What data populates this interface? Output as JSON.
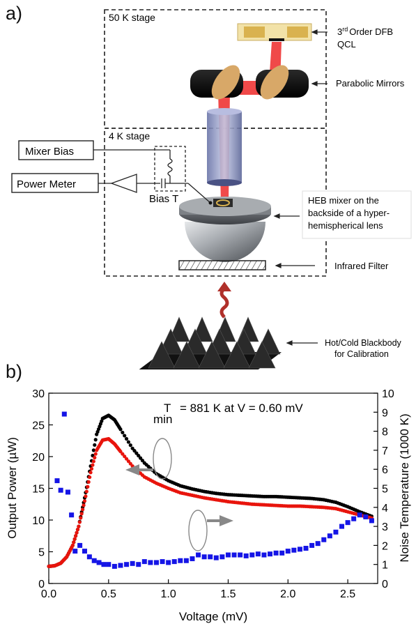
{
  "panel_a": {
    "label": "a)",
    "stage_50k": "50 K stage",
    "stage_4k": "4 K stage",
    "mixer_bias": "Mixer Bias",
    "power_meter": "Power Meter",
    "bias_t": "Bias T",
    "qcl_line1": "Order DFB",
    "qcl_ordinal": "3",
    "qcl_ordinal_sup": "rd",
    "qcl_line2": "QCL",
    "parabolic_mirrors": "Parabolic Mirrors",
    "heb_line1": "HEB mixer on the",
    "heb_line2": "backside of a hyper-",
    "heb_line3": "hemispherical lens",
    "infrared_filter": "Infrared Filter",
    "blackbody_line1": "Hot/Cold Blackbody",
    "blackbody_line2": "for Calibration",
    "colors": {
      "beam": "#ee2a2a",
      "lens": "#9aa0a6",
      "mirror_rim": "#d8a868",
      "filter": "#222222"
    }
  },
  "panel_b": {
    "label": "b)",
    "chart_data": {
      "type": "scatter",
      "xlabel": "Voltage (mV)",
      "ylabel": "Output Power (µW)",
      "y2label": "Noise Temperature (1000 K)",
      "xlim": [
        0.0,
        2.75
      ],
      "ylim": [
        0,
        30
      ],
      "y2lim": [
        0,
        10
      ],
      "x_ticks": [
        "0.0",
        "0.5",
        "1.0",
        "1.5",
        "2.0",
        "2.5"
      ],
      "y_ticks": [
        "0",
        "5",
        "10",
        "15",
        "20",
        "25",
        "30"
      ],
      "y2_ticks": [
        "0",
        "1",
        "2",
        "3",
        "4",
        "5",
        "6",
        "7",
        "8",
        "9",
        "10"
      ],
      "annotation_T": "T",
      "annotation_sub": "min",
      "annotation_rest": "= 881 K at V = 0.60 mV",
      "grid": false,
      "series": [
        {
          "axis": "left",
          "color": "#000000",
          "marker": "circle",
          "x": [
            0.0,
            0.05,
            0.1,
            0.15,
            0.2,
            0.25,
            0.3,
            0.35,
            0.4,
            0.45,
            0.5,
            0.55,
            0.6,
            0.7,
            0.8,
            0.9,
            1.0,
            1.1,
            1.2,
            1.3,
            1.4,
            1.5,
            1.6,
            1.7,
            1.8,
            1.9,
            2.0,
            2.1,
            2.2,
            2.3,
            2.4,
            2.5,
            2.6,
            2.7
          ],
          "y": [
            2.7,
            2.8,
            3.2,
            4.2,
            6.0,
            9.0,
            13.5,
            18.5,
            23.5,
            26.0,
            26.5,
            25.8,
            24.3,
            21.3,
            19.0,
            17.3,
            16.2,
            15.4,
            14.9,
            14.5,
            14.2,
            14.0,
            13.9,
            13.8,
            13.7,
            13.7,
            13.6,
            13.5,
            13.4,
            13.2,
            12.8,
            12.1,
            11.3,
            10.6
          ]
        },
        {
          "axis": "left",
          "color": "#e8140c",
          "marker": "circle",
          "x": [
            0.0,
            0.05,
            0.1,
            0.15,
            0.2,
            0.25,
            0.3,
            0.35,
            0.4,
            0.45,
            0.5,
            0.55,
            0.6,
            0.7,
            0.8,
            0.9,
            1.0,
            1.1,
            1.2,
            1.3,
            1.4,
            1.5,
            1.6,
            1.7,
            1.8,
            1.9,
            2.0,
            2.1,
            2.2,
            2.3,
            2.4,
            2.5,
            2.6,
            2.7
          ],
          "y": [
            2.7,
            2.8,
            3.2,
            4.2,
            6.0,
            9.0,
            13.0,
            17.5,
            21.0,
            22.6,
            22.8,
            22.0,
            20.8,
            18.5,
            16.8,
            15.8,
            15.0,
            14.3,
            13.9,
            13.5,
            13.2,
            12.9,
            12.7,
            12.5,
            12.4,
            12.3,
            12.2,
            12.2,
            12.1,
            12.0,
            11.8,
            11.3,
            10.8,
            10.3
          ]
        },
        {
          "axis": "right",
          "color": "#1515e6",
          "marker": "square",
          "x": [
            0.07,
            0.1,
            0.13,
            0.16,
            0.19,
            0.22,
            0.26,
            0.3,
            0.34,
            0.38,
            0.42,
            0.46,
            0.5,
            0.55,
            0.6,
            0.65,
            0.7,
            0.75,
            0.8,
            0.85,
            0.9,
            0.95,
            1.0,
            1.05,
            1.1,
            1.15,
            1.2,
            1.25,
            1.3,
            1.35,
            1.4,
            1.45,
            1.5,
            1.55,
            1.6,
            1.65,
            1.7,
            1.75,
            1.8,
            1.85,
            1.9,
            1.95,
            2.0,
            2.05,
            2.1,
            2.15,
            2.2,
            2.25,
            2.3,
            2.35,
            2.4,
            2.45,
            2.5,
            2.55,
            2.6,
            2.65,
            2.7
          ],
          "y": [
            5.4,
            4.9,
            8.9,
            4.8,
            3.6,
            1.7,
            2.0,
            1.7,
            1.4,
            1.2,
            1.1,
            1.0,
            1.0,
            0.9,
            0.95,
            1.0,
            1.05,
            1.0,
            1.15,
            1.1,
            1.1,
            1.15,
            1.1,
            1.15,
            1.2,
            1.2,
            1.3,
            1.5,
            1.4,
            1.4,
            1.35,
            1.4,
            1.5,
            1.5,
            1.5,
            1.45,
            1.5,
            1.55,
            1.5,
            1.55,
            1.6,
            1.6,
            1.7,
            1.75,
            1.8,
            1.85,
            2.0,
            2.1,
            2.3,
            2.5,
            2.7,
            3.0,
            3.2,
            3.4,
            3.6,
            3.5,
            3.3
          ]
        }
      ]
    }
  }
}
